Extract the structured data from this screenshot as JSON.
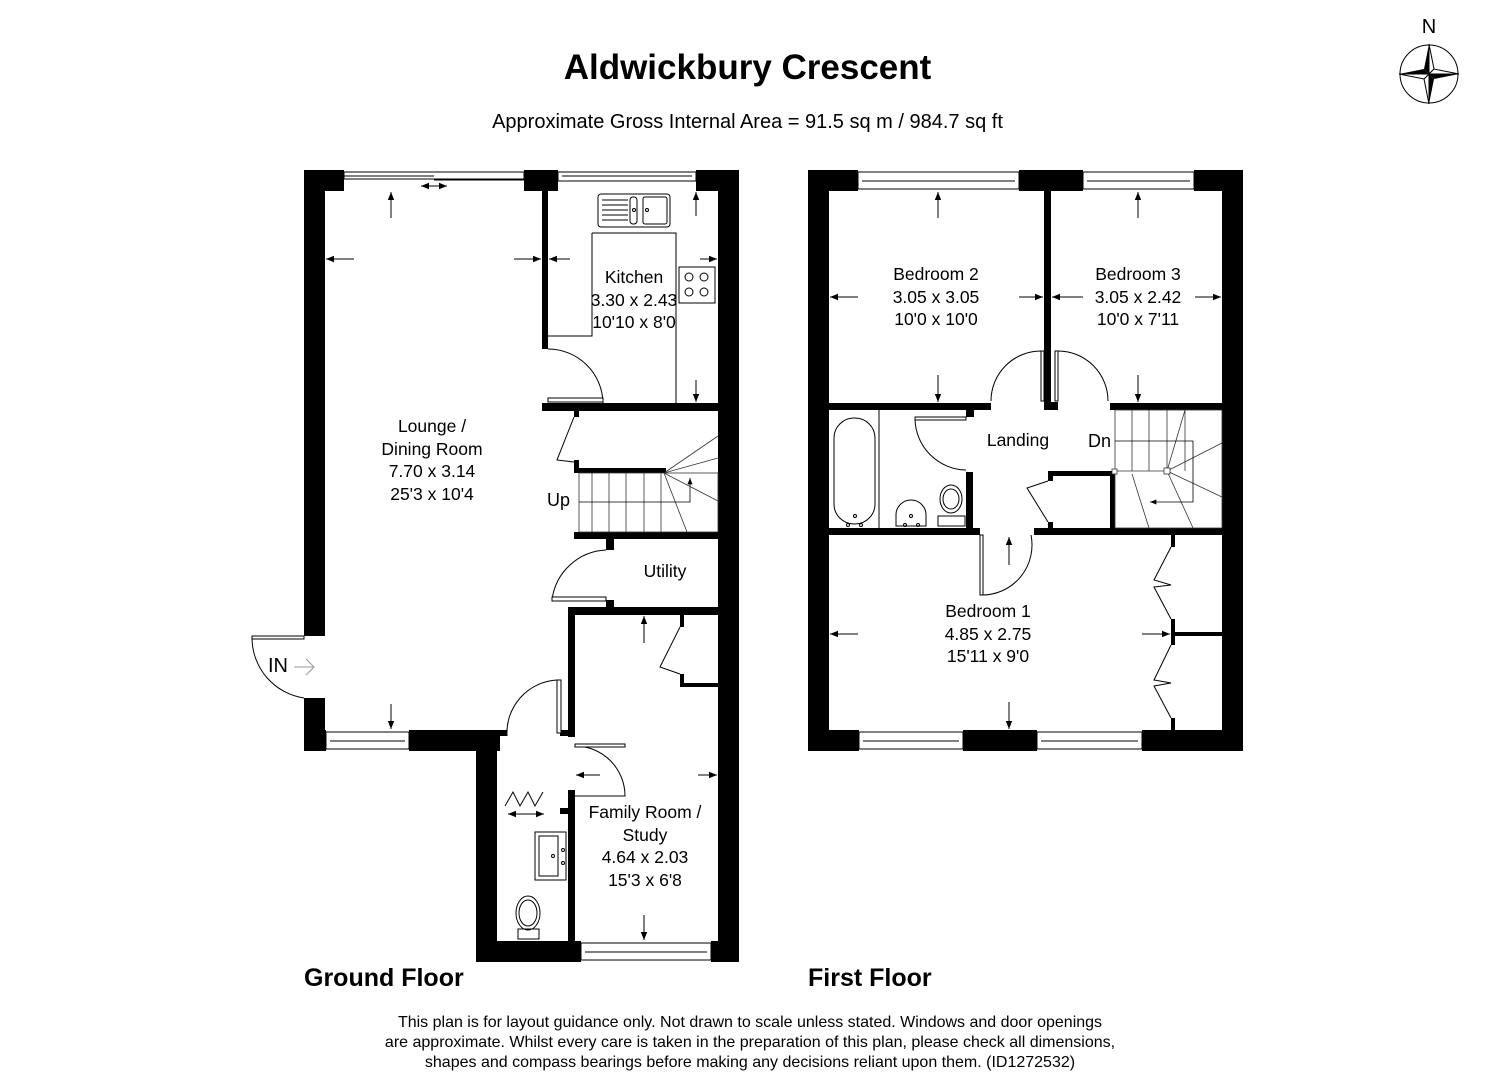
{
  "header": {
    "title": "Aldwickbury Crescent",
    "area": "Approximate Gross Internal Area = 91.5 sq m / 984.7 sq ft"
  },
  "compass": {
    "label": "N",
    "icon": "compass-rose-icon"
  },
  "colors": {
    "wall": "#000000",
    "background": "#ffffff",
    "fixture_line": "#333333"
  },
  "ground_floor": {
    "label": "Ground Floor",
    "rooms": [
      {
        "name": "Lounge /",
        "name2": "Dining Room",
        "metric": "7.70 x 3.14",
        "imperial": "25'3 x 10'4"
      },
      {
        "name": "Kitchen",
        "metric": "3.30 x 2.43",
        "imperial": "10'10 x 8'0"
      },
      {
        "name": "Utility"
      },
      {
        "name": "Family Room /",
        "name2": "Study",
        "metric": "4.64 x 2.03",
        "imperial": "15'3 x 6'8"
      }
    ],
    "stairs_label": "Up",
    "entrance_label": "IN"
  },
  "first_floor": {
    "label": "First Floor",
    "rooms": [
      {
        "name": "Bedroom 2",
        "metric": "3.05 x 3.05",
        "imperial": "10'0 x 10'0"
      },
      {
        "name": "Bedroom 3",
        "metric": "3.05 x 2.42",
        "imperial": "10'0 x 7'11"
      },
      {
        "name": "Landing"
      },
      {
        "name": "Bedroom 1",
        "metric": "4.85 x 2.75",
        "imperial": "15'11 x 9'0"
      }
    ],
    "stairs_label": "Dn"
  },
  "disclaimer": {
    "line1": "This plan is for layout guidance only. Not drawn to scale unless stated. Windows and door openings",
    "line2": "are approximate. Whilst every care is taken in the preparation of this plan, please check all dimensions,",
    "line3": "shapes and compass bearings before making any decisions reliant upon them. (ID1272532)"
  }
}
